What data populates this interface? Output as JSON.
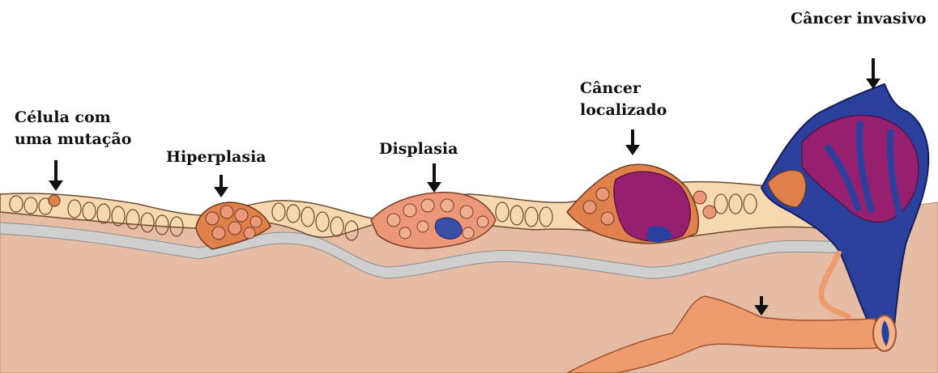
{
  "labels": {
    "mutation_line1": "Célula com",
    "mutation_line2": "uma mutação",
    "hyperplasia": "Hiperplasia",
    "dysplasia": "Displasia",
    "localized_line1": "Câncer",
    "localized_line2": "localizado",
    "invasive": "Câncer invasivo"
  },
  "colors": {
    "connective_tissue": "#e7bca5",
    "basement_membrane": "#cfcfcf",
    "normal_cells": "#f6d9b0",
    "hyperplasia_cells": "#e0804a",
    "dysplasia_cells": "#ec9878",
    "cancer_magenta": "#96206f",
    "cancer_blue": "#2b3f9c",
    "blood_vessel": "#ee9c6e",
    "arrow": "#111111"
  }
}
